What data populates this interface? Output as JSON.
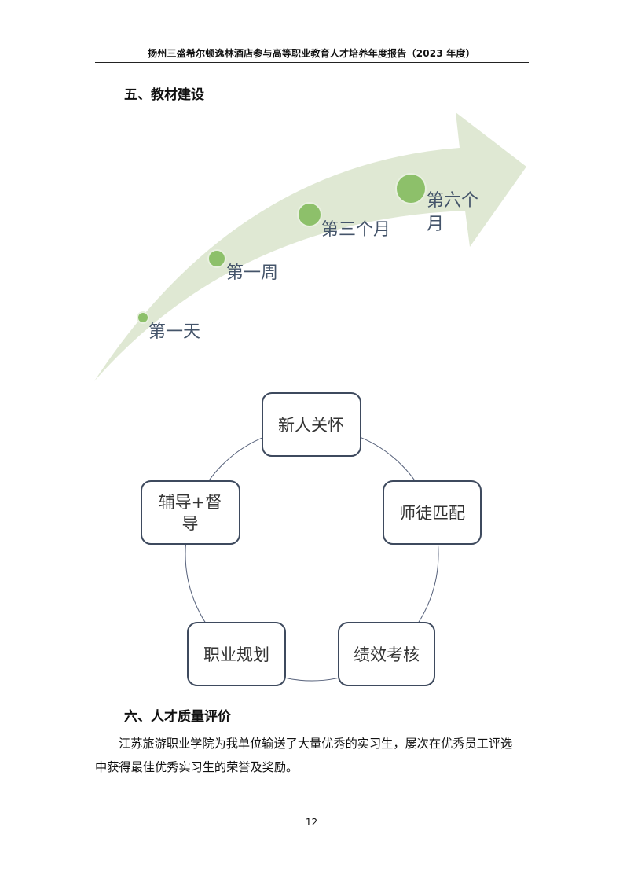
{
  "header": {
    "title": "扬州三盛希尔顿逸林酒店参与高等职业教育人才培养年度报告（2023 年度）"
  },
  "section5": {
    "title": "五、教材建设",
    "timeline": {
      "stages": [
        {
          "label_line1": "第一天",
          "label_line2": ""
        },
        {
          "label_line1": "第一周",
          "label_line2": ""
        },
        {
          "label_line1": "第三个月",
          "label_line2": ""
        },
        {
          "label_line1": "第六个",
          "label_line2": "月"
        }
      ]
    },
    "cycle": {
      "nodes": [
        {
          "line1": "新人关怀",
          "line2": ""
        },
        {
          "line1": "师徒匹配",
          "line2": ""
        },
        {
          "line1": "绩效考核",
          "line2": ""
        },
        {
          "line1": "职业规划",
          "line2": ""
        },
        {
          "line1": "辅导+督",
          "line2": "导"
        }
      ]
    }
  },
  "section6": {
    "title": "六、人才质量评价",
    "paragraph_line1": "江苏旅游职业学院为我单位输送了大量优秀的实习生，屡次在优秀员工评选",
    "paragraph_line2": "中获得最佳优秀实习生的荣誉及奖励。"
  },
  "footer": {
    "page_number": "12"
  },
  "colors": {
    "arrow_fill": "#dfe8d3",
    "stage_dot": "#8dc06a",
    "stage_dot_stroke": "#e8f0df",
    "cycle_box_stroke": "#3e4a5e",
    "cycle_ring": "#55607a"
  }
}
